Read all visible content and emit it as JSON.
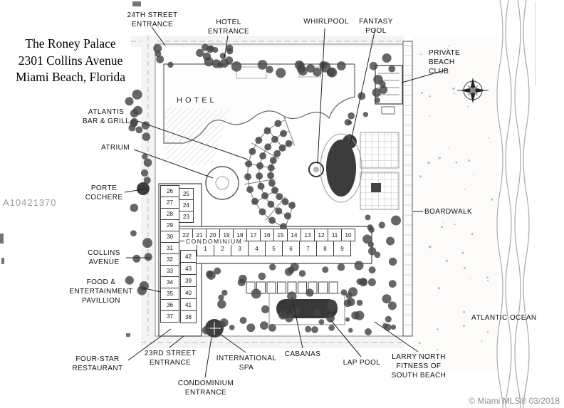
{
  "title_block": {
    "line1": "The Roney Palace",
    "line2": "2301 Collins Avenue",
    "line3": "Miami Beach, Florida"
  },
  "watermark": "A10421370",
  "copyright_notice": "© Miami MLS® 03/2018",
  "plan_labels": {
    "hotel": "HOTEL",
    "condominium": "CONDOMINIUM"
  },
  "callouts": {
    "entrance_24th": "24TH STREET\nENTRANCE",
    "hotel_entrance": "HOTEL\nENTRANCE",
    "whirlpool": "WHIRLPOOL",
    "fantasy_pool": "FANTASY\nPOOL",
    "private_beach_club": "PRIVATE\nBEACH\nCLUB",
    "atlantis_bar_grill": "ATLANTIS\nBAR & GRILL",
    "atrium": "ATRIUM",
    "porte_cochere": "PORTE\nCOCHERE",
    "boardwalk": "BOARDWALK",
    "collins_avenue": "COLLINS\nAVENUE",
    "food_entertainment_pavillion": "FOOD &\nENTERTAINMENT\nPAVILLION",
    "atlantic_ocean": "ATLANTIC OCEAN",
    "four_star_restaurant": "FOUR-STAR\nRESTAURANT",
    "entrance_23rd": "23RD STREET\nENTRANCE",
    "international_spa": "INTERNATIONAL\nSPA",
    "condominium_entrance": "CONDOMINIUM\nENTRANCE",
    "cabanas": "CABANAS",
    "lap_pool": "LAP POOL",
    "larry_north": "LARRY NORTH\nFITNESS OF\nSOUTH BEACH"
  },
  "units": {
    "row_upper": [
      "22",
      "21",
      "20",
      "19",
      "18",
      "17",
      "16",
      "15",
      "14",
      "13",
      "12",
      "11",
      "10"
    ],
    "row_lower": [
      "1",
      "2",
      "3",
      "4",
      "5",
      "6",
      "7",
      "8",
      "9"
    ],
    "col_outer": [
      "26",
      "27",
      "28",
      "29",
      "30",
      "31",
      "32",
      "33",
      "34",
      "35",
      "36",
      "37"
    ],
    "col_inner": [
      "25",
      "24",
      "23"
    ],
    "col_mid": [
      "42",
      "43",
      "39",
      "40",
      "41",
      "38"
    ]
  },
  "colors": {
    "ink": "#111111",
    "scan_gray": "#9b9b9b",
    "water_dark": "#3c3c3c"
  }
}
